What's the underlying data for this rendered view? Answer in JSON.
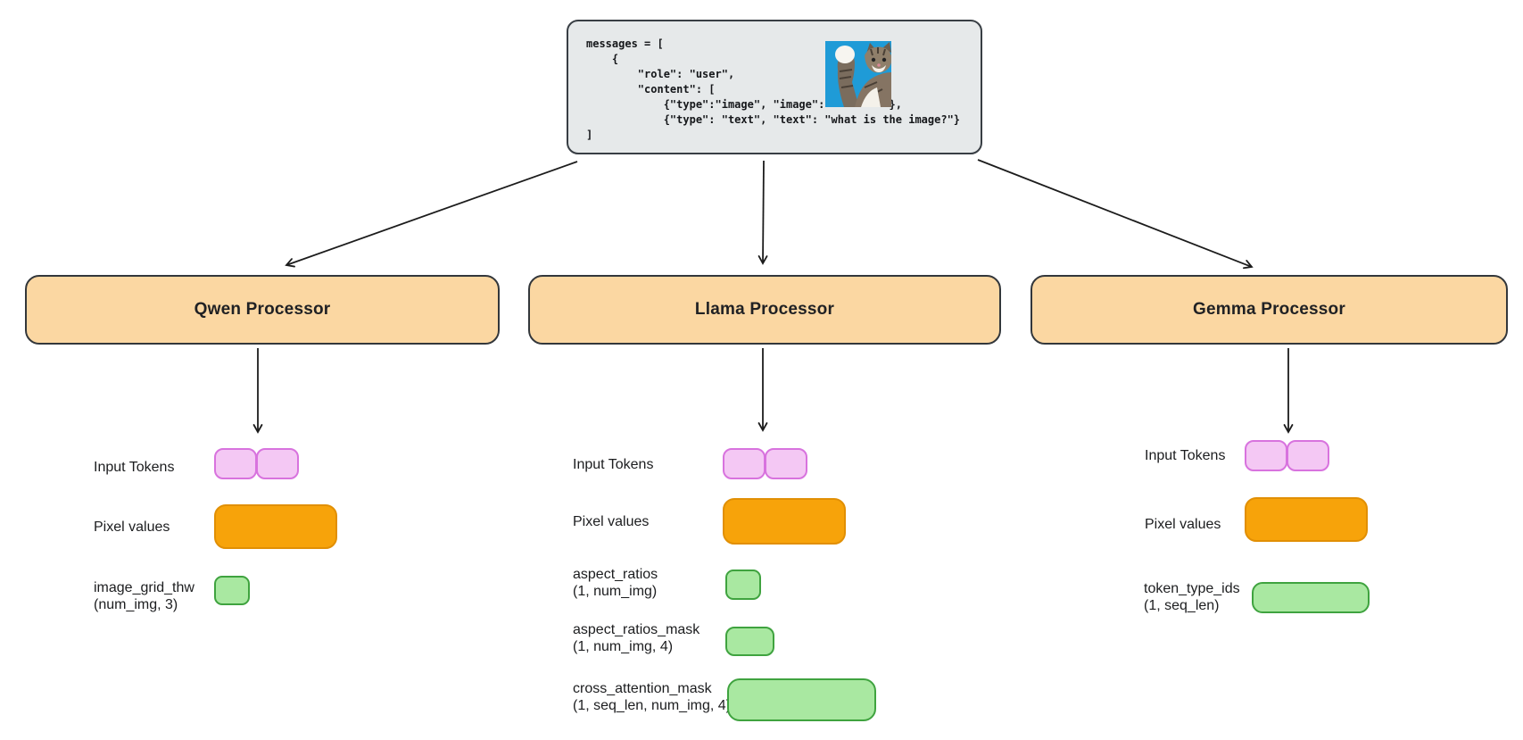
{
  "code_block": {
    "lines": [
      "messages = [",
      "    {",
      "        \"role\": \"user\",",
      "        \"content\": [",
      "            {\"type\":\"image\", \"image\":          },",
      "            {\"type\": \"text\", \"text\": \"what is the image?\"}",
      "]"
    ],
    "image_icon": "cat-photo"
  },
  "processors": {
    "qwen": {
      "title": "Qwen Processor"
    },
    "llama": {
      "title": "Llama Processor"
    },
    "gemma": {
      "title": "Gemma Processor"
    }
  },
  "outputs": {
    "qwen": {
      "input_tokens": {
        "label": "Input Tokens"
      },
      "pixel_values": {
        "label": "Pixel values"
      },
      "image_grid_thw": {
        "label": "image_grid_thw",
        "shape": "(num_img, 3)"
      }
    },
    "llama": {
      "input_tokens": {
        "label": "Input Tokens"
      },
      "pixel_values": {
        "label": "Pixel values"
      },
      "aspect_ratios": {
        "label": "aspect_ratios",
        "shape": "(1, num_img)"
      },
      "aspect_ratios_mask": {
        "label": "aspect_ratios_mask",
        "shape": "(1, num_img, 4)"
      },
      "cross_attention_mask": {
        "label": "cross_attention_mask",
        "shape": "(1, seq_len, num_img, 4)"
      }
    },
    "gemma": {
      "input_tokens": {
        "label": "Input Tokens"
      },
      "pixel_values": {
        "label": "Pixel values"
      },
      "token_type_ids": {
        "label": "token_type_ids",
        "shape": "(1, seq_len)"
      }
    }
  },
  "colors": {
    "processor_box_fill": "#fbd7a2",
    "token_chip_fill": "#f4c8f4",
    "token_chip_border": "#d873de",
    "pixel_chip_fill": "#f7a30a",
    "tensor_chip_fill": "#a9e8a1",
    "tensor_chip_border": "#3fa33f",
    "code_box_bg": "#e6e9ea",
    "cat_photo_bg": "#1f9bd7"
  }
}
